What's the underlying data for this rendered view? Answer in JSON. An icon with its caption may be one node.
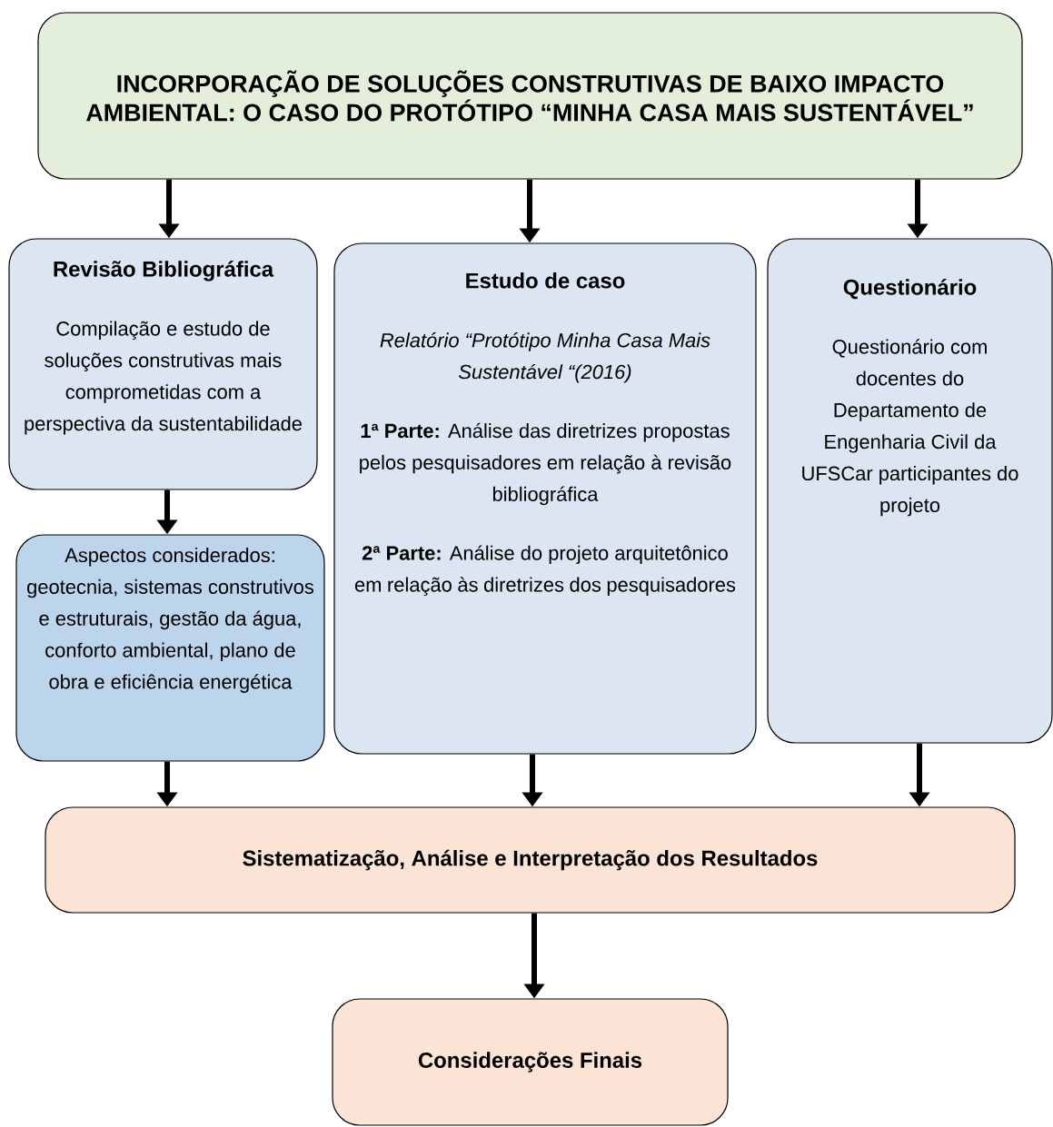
{
  "diagram": {
    "nodes": [
      {
        "text": [
          "INCORPORAÇÃO DE SOLUÇÕES CONSTRUTIVAS DE BAIXO IMPACTO AMBIENTAL: O CASO DO PROTÓTIPO “MINHA CASA MAIS SUSTENTÁVEL”"
        ]
      },
      {
        "text": [
          "Revisão Bibliográfica",
          "Compilação e estudo de soluções construtivas mais comprometidas com a perspectiva da sustentabilidade"
        ]
      },
      {
        "text": [
          "Aspectos considerados: geotecnia, sistemas construtivos e estruturais, gestão da água, conforto ambiental, plano de obra e eficiência energética"
        ]
      },
      {
        "text": [
          "Estudo de caso",
          "Relatório “Protótipo Minha Casa Mais Sustentável “(2016)",
          "**1ª Parte:** Análise das diretrizes propostas pelos pesquisadores em relação à revisão bibliográfica",
          "**2ª Parte:** Análise do projeto arquitetônico em relação às diretrizes dos pesquisadores"
        ]
      },
      {
        "text": [
          "Questionário",
          "Questionário com docentes do Departamento de Engenharia Civil da UFSCar participantes do projeto"
        ]
      },
      {
        "text": [
          "Sistematização, Análise e Interpretação dos Resultados"
        ]
      },
      {
        "text": [
          "Considerações Finais"
        ]
      }
    ],
    "edges": [
      {
        "from": 0,
        "to": 1,
        "arrow": "to"
      },
      {
        "from": 0,
        "to": 3,
        "arrow": "to"
      },
      {
        "from": 0,
        "to": 4,
        "arrow": "to"
      },
      {
        "from": 1,
        "to": 2,
        "arrow": "to"
      },
      {
        "from": 2,
        "to": 5,
        "arrow": "to"
      },
      {
        "from": 3,
        "to": 5,
        "arrow": "to"
      },
      {
        "from": 4,
        "to": 5,
        "arrow": "to"
      },
      {
        "from": 5,
        "to": 6,
        "arrow": "to"
      }
    ]
  }
}
